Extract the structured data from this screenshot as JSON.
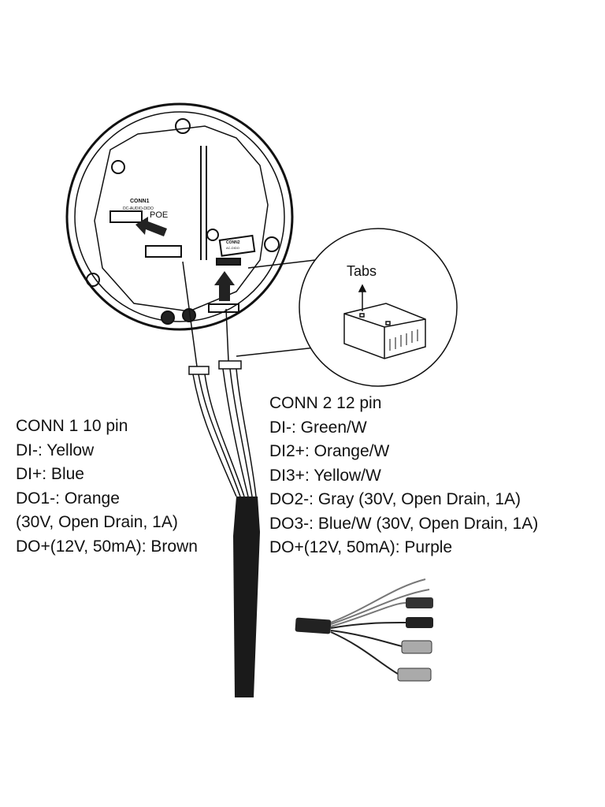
{
  "camera": {
    "conn1_label": "CONN1",
    "conn1_sub": "DC-AUDIO-DIDO",
    "poe_label": "POE",
    "conn2_label": "CONN2",
    "conn2_sub": "AC-DIDO"
  },
  "callout": {
    "tabs_label": "Tabs"
  },
  "conn1": {
    "title": "CONN 1 10 pin",
    "lines": [
      "DI-: Yellow",
      "DI+: Blue",
      "DO1-: Orange",
      "(30V, Open Drain, 1A)",
      "DO+(12V, 50mA): Brown"
    ]
  },
  "conn2": {
    "title": "CONN 2 12 pin",
    "lines": [
      "DI-: Green/W",
      "DI2+: Orange/W",
      "DI3+: Yellow/W",
      "DO2-: Gray (30V, Open Drain, 1A)",
      "DO3-: Blue/W (30V, Open Drain, 1A)",
      "DO+(12V, 50mA): Purple"
    ]
  }
}
